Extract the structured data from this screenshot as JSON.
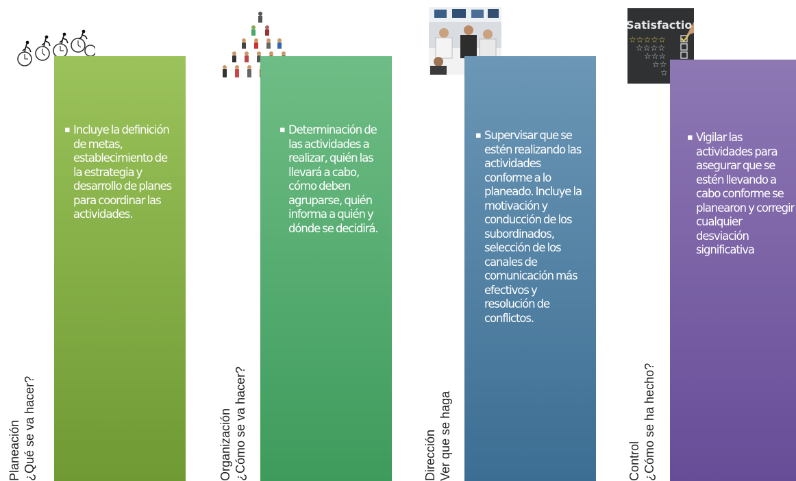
{
  "stages": [
    {
      "id": "planeacion",
      "name": "Planeación",
      "question": "¿Qué se va hacer?",
      "description": "Incluye la definición de metas, establecimiento de la estrategia y desarrollo de planes para coordinar las actividades.",
      "color_top": "#9bc25b",
      "color_bottom": "#6f9a33",
      "image_icon": "clocks-running-figures-image"
    },
    {
      "id": "organizacion",
      "name": "Organización",
      "question": "¿Cómo se va hacer?",
      "description": "Determinación de las actividades a realizar, quién las llevará a cabo, cómo deben agruparse, quién informa a quién y dónde se decidirá.",
      "color_top": "#6fbd86",
      "color_bottom": "#3e9b5c",
      "image_icon": "human-pyramid-image"
    },
    {
      "id": "direccion",
      "name": "Dirección",
      "question": "Ver que se haga",
      "description": "Supervisar que se estén realizando las actividades conforme a lo planeado. Incluye la motivación y conducción de los subordinados, selección de los canales de comunicación más efectivos y resolución de conflictos.",
      "color_top": "#6c97b6",
      "color_bottom": "#3c6e93",
      "image_icon": "business-meeting-image"
    },
    {
      "id": "control",
      "name": "Control",
      "question": "¿Cómo se ha hecho?",
      "description": "Vigilar las actividades para asegurar que se estén llevando a cabo conforme se planearon y corregir cualquier desviación significativa",
      "color_top": "#8e78b4",
      "color_bottom": "#674c97",
      "image_icon": "satisfaction-checklist-image",
      "image_text": "Satisfaction"
    }
  ]
}
